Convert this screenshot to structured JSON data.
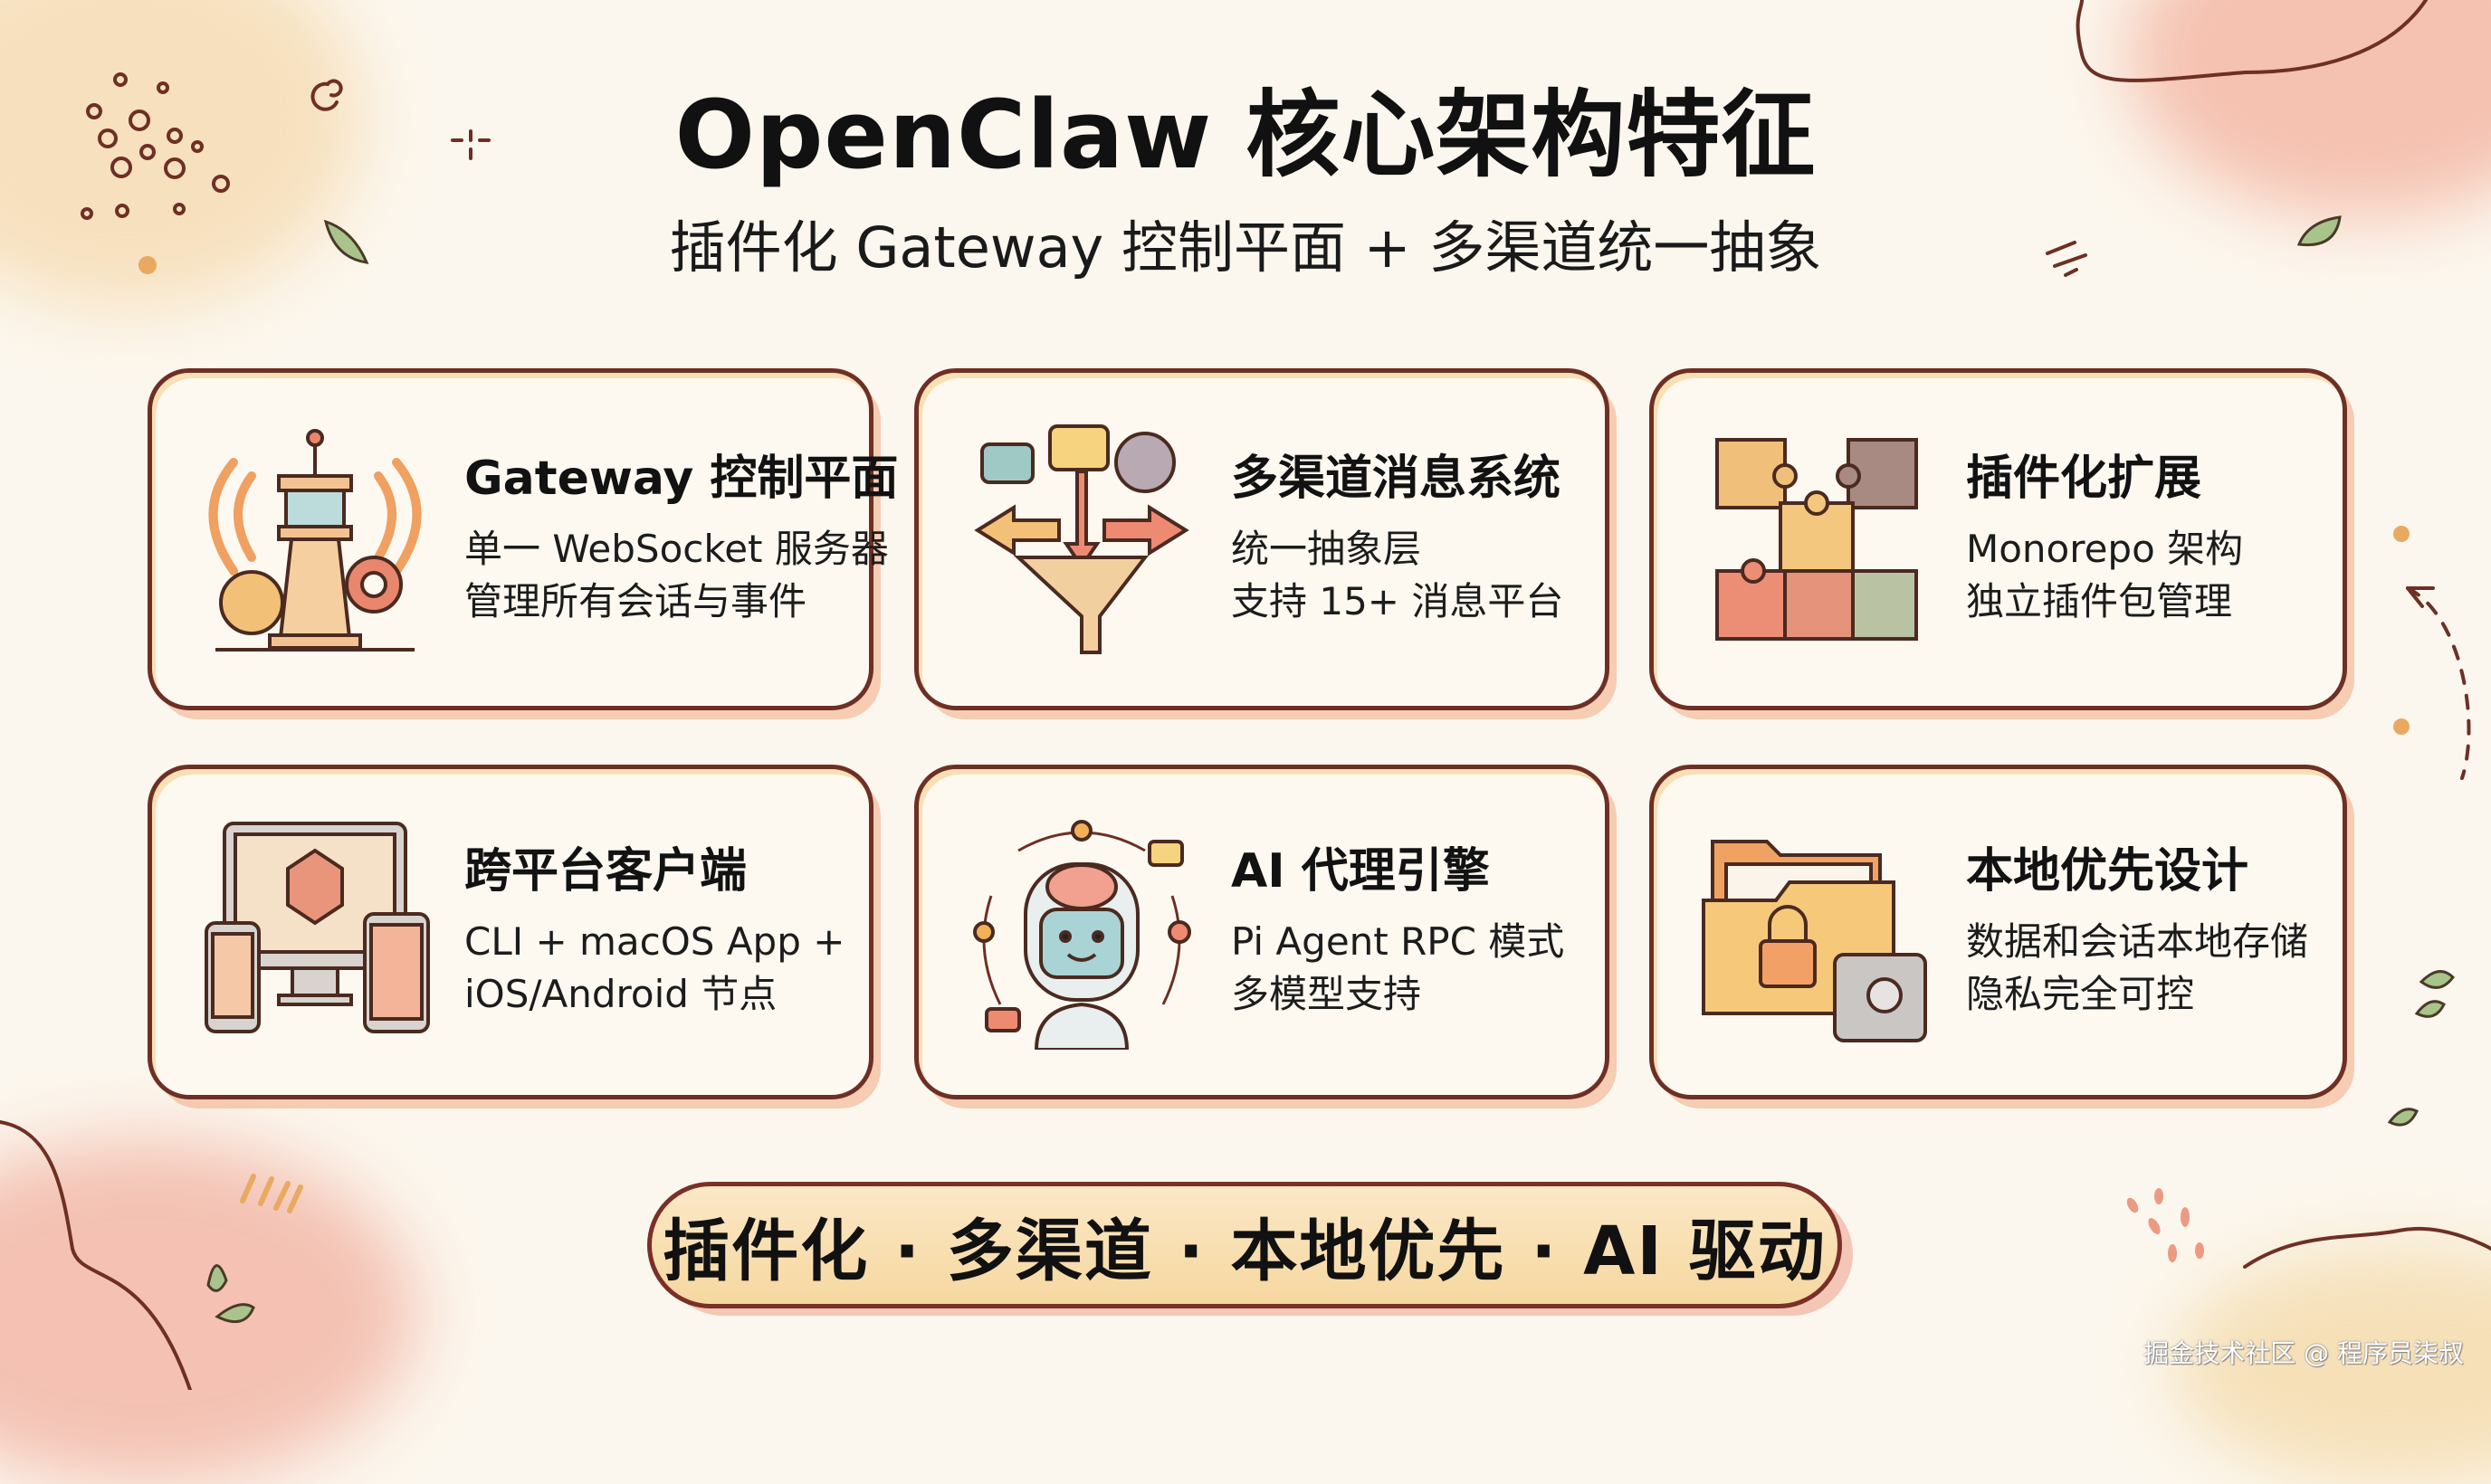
{
  "header": {
    "title": "OpenClaw 核心架构特征",
    "subtitle": "插件化 Gateway 控制平面 + 多渠道统一抽象"
  },
  "cards": [
    {
      "title": "Gateway 控制平面",
      "lines": [
        "单一 WebSocket 服务器",
        "管理所有会话与事件"
      ],
      "icon": "control-tower-icon"
    },
    {
      "title": "多渠道消息系统",
      "lines": [
        "统一抽象层",
        "支持 15+ 消息平台"
      ],
      "icon": "funnel-messages-icon"
    },
    {
      "title": "插件化扩展",
      "lines": [
        "Monorepo 架构",
        "独立插件包管理"
      ],
      "icon": "puzzle-icon"
    },
    {
      "title": "跨平台客户端",
      "lines": [
        "CLI + macOS App +",
        "iOS/Android 节点"
      ],
      "icon": "devices-icon"
    },
    {
      "title": "AI 代理引擎",
      "lines": [
        "Pi Agent RPC 模式",
        "多模型支持"
      ],
      "icon": "robot-icon"
    },
    {
      "title": "本地优先设计",
      "lines": [
        "数据和会话本地存储",
        "隐私完全可控"
      ],
      "icon": "folder-safe-icon"
    }
  ],
  "banner": {
    "text": "插件化 · 多渠道 · 本地优先 · AI 驱动"
  },
  "watermark": {
    "text": "掘金技术社区 @ 程序员柒叔"
  },
  "colors": {
    "background": "#fcf7ee",
    "card_border": "#6e2f24",
    "accent_orange": "#f0a060",
    "accent_peach": "#ec9a82",
    "accent_yellow": "#f6d79f",
    "accent_green": "#a9c48a",
    "accent_teal": "#9fc9c4",
    "ink": "#111111"
  }
}
